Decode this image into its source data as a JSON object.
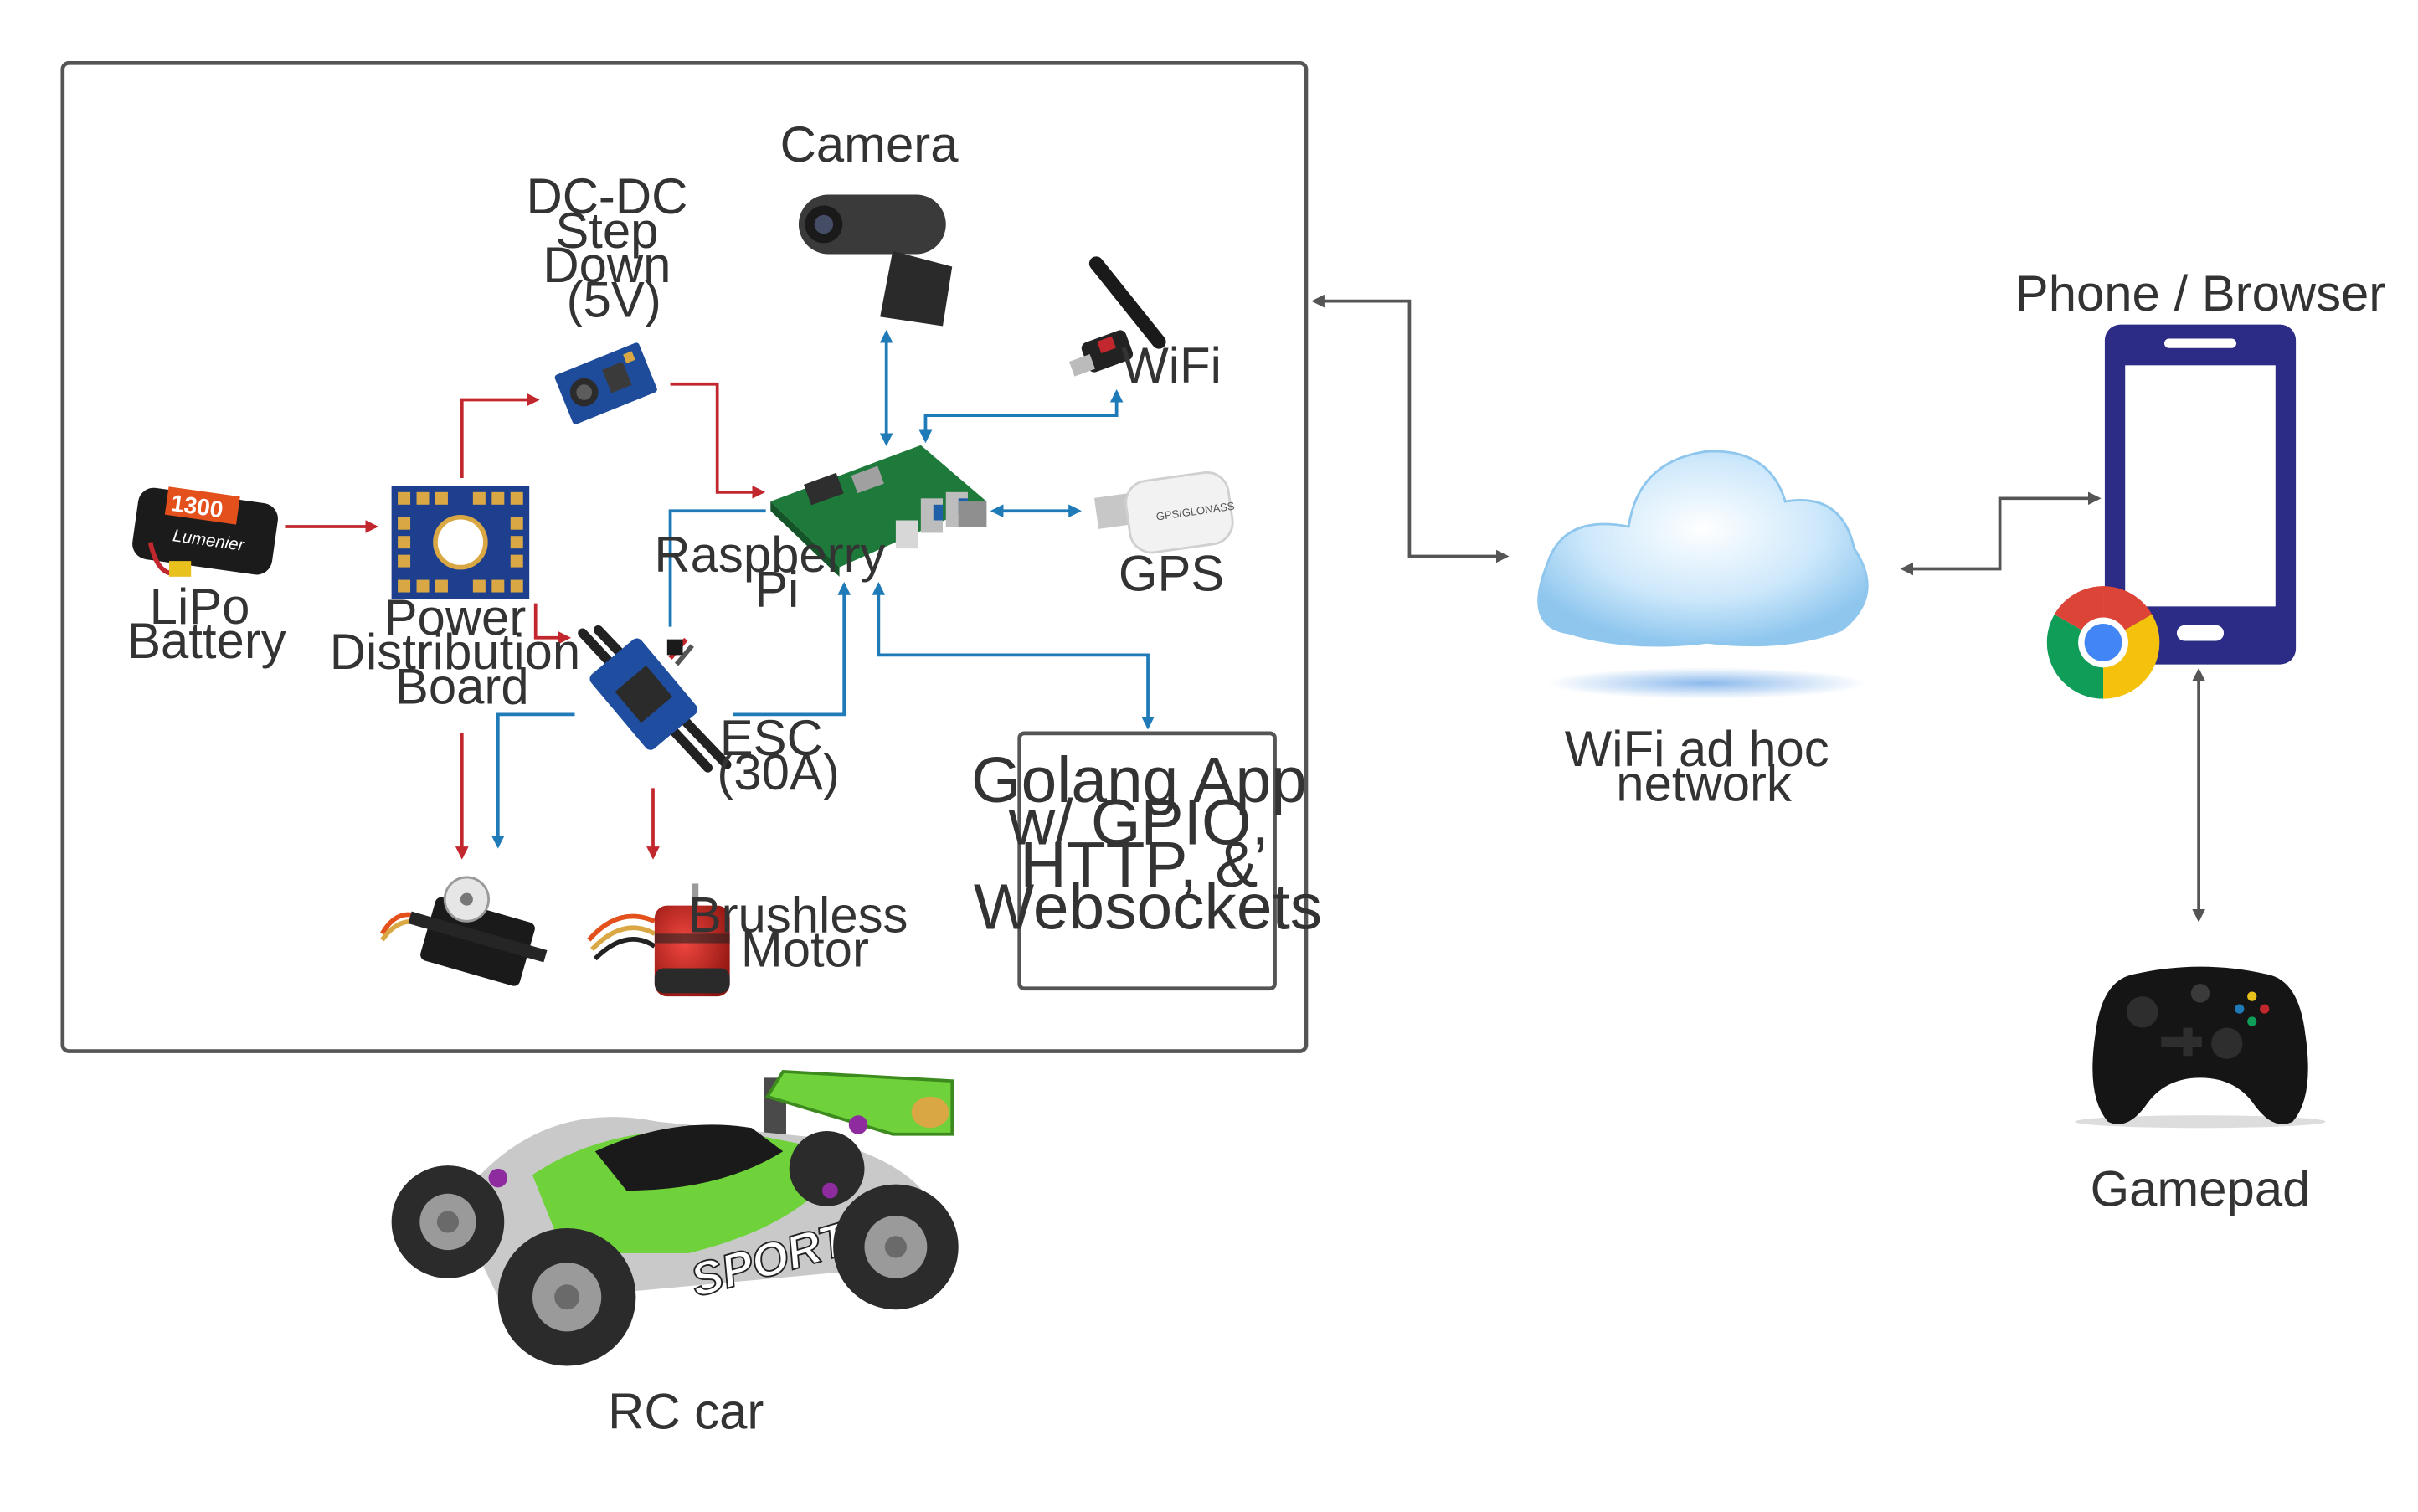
{
  "colors": {
    "power_arrow": "#C1272D",
    "data_arrow": "#1F7AB8",
    "net_arrow": "#555555",
    "border": "#555555",
    "text": "#333333",
    "phone": "#2C2C86",
    "cloud": "#9ECFF2",
    "motor": "#C8251E",
    "car_green": "#6FD23A",
    "battery_orange": "#E3501C"
  },
  "labels": {
    "camera": "Camera",
    "dcdc": [
      "DC-DC",
      "Step",
      "Down",
      "(5V)"
    ],
    "wifi": "WiFi",
    "gps": "GPS",
    "raspberry_pi": [
      "Raspberry",
      "Pi"
    ],
    "lipo": [
      "LiPo",
      "Battery"
    ],
    "pdb": [
      "Power",
      "Distribution",
      "Board"
    ],
    "esc": [
      "ESC",
      "(30A)"
    ],
    "motor": [
      "Brushless",
      "Motor"
    ],
    "golang_app": [
      "Golang App",
      "w/ GPIO,",
      "HTTP, &",
      "Websockets"
    ],
    "rc_car": "RC car",
    "wifi_network": [
      "WiFi ad hoc",
      "network"
    ],
    "phone": "Phone / Browser",
    "gamepad": "Gamepad"
  },
  "image_text": {
    "battery_capacity": "1300",
    "battery_brand": "Lumenier",
    "gps_module": "GPS/GLONASS",
    "car_decal": "SPORT"
  },
  "icons": [
    "battery-icon",
    "power-distribution-board-icon",
    "dc-dc-converter-icon",
    "webcam-icon",
    "wifi-dongle-icon",
    "raspberry-pi-icon",
    "gps-dongle-icon",
    "esc-icon",
    "servo-icon",
    "brushless-motor-icon",
    "rc-car-icon",
    "cloud-icon",
    "phone-icon",
    "chrome-icon",
    "gamepad-icon"
  ]
}
